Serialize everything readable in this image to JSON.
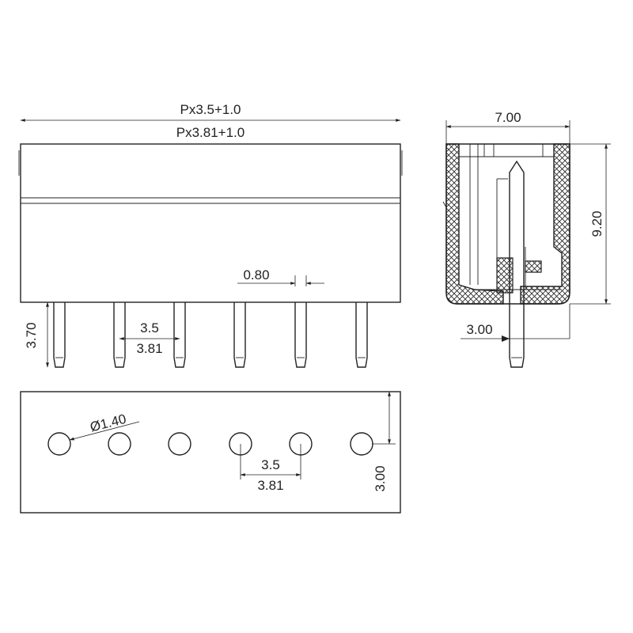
{
  "front_view": {
    "width_label_1": "Px3.5+1.0",
    "width_label_2": "Px3.81+1.0",
    "pin_width_label": "0.80",
    "pin_length_label": "3.70",
    "pitch_label_1": "3.5",
    "pitch_label_2": "3.81"
  },
  "side_view": {
    "depth_label": "7.00",
    "height_label": "9.20",
    "pin_offset_label": "3.00"
  },
  "bottom_view": {
    "hole_diameter_label": "Ø1.40",
    "pitch_label_1": "3.5",
    "pitch_label_2": "3.81",
    "edge_offset_label": "3.00"
  }
}
